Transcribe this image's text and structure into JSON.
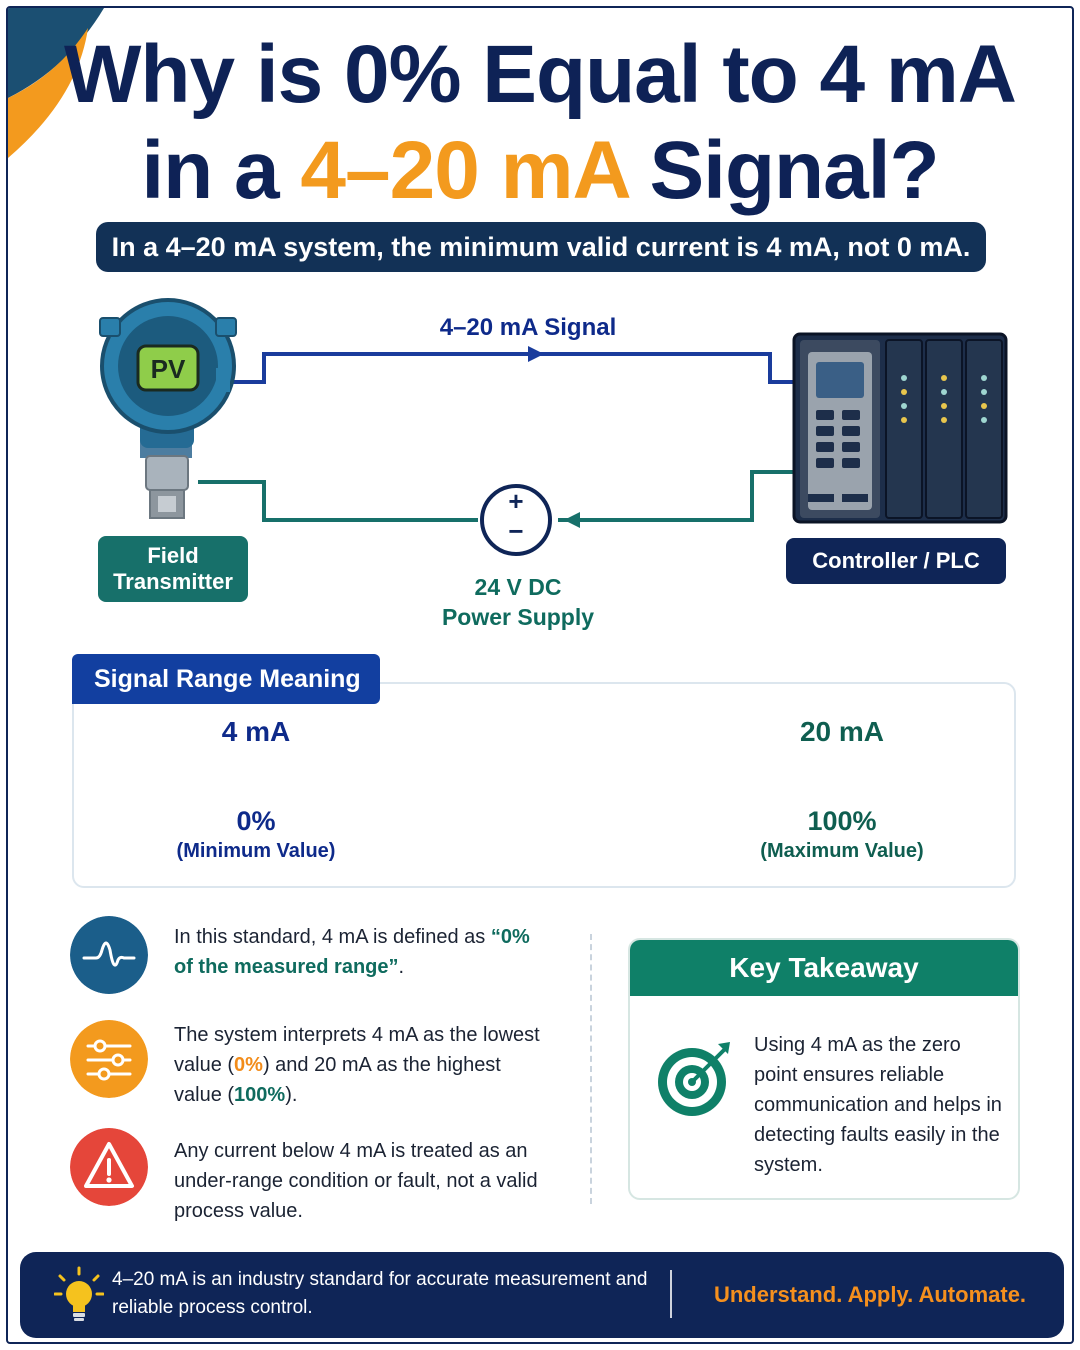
{
  "title": {
    "line1": "Why is 0% Equal to 4 mA",
    "line2_prefix": "in a ",
    "line2_accent": "4–20 mA",
    "line2_suffix": " Signal?"
  },
  "subtitle": "In a 4–20 mA system, the minimum valid current is 4 mA, not 0 mA.",
  "diagram": {
    "signal_label": "4–20 mA Signal",
    "transmitter_display": "PV",
    "transmitter_label_l1": "Field",
    "transmitter_label_l2": "Transmitter",
    "controller_label": "Controller / PLC",
    "power_label_l1": "24 V DC",
    "power_label_l2": "Power Supply",
    "power_plus": "+",
    "power_minus": "−"
  },
  "range": {
    "heading": "Signal Range Meaning",
    "min_ma": "4 mA",
    "max_ma": "20 mA",
    "min_pct": "0%",
    "max_pct": "100%",
    "min_caption": "(Minimum Value)",
    "max_caption": "(Maximum Value)"
  },
  "points": [
    {
      "icon": "signal-wave-icon",
      "color": "#1b5e8a",
      "pre": "In this standard, 4 mA is defined as ",
      "bold": "“0% of the measured range”",
      "post": "."
    },
    {
      "icon": "sliders-icon",
      "color": "#f39a1e",
      "t1": "The system interprets 4 mA as the lowest value (",
      "b1": "0%",
      "t2": ") and 20 mA as the highest value (",
      "b2": "100%",
      "t3": ")."
    },
    {
      "icon": "warning-icon",
      "color": "#e5463a",
      "text": "Any current below 4 mA is treated as an under-range condition or fault, not a valid process value."
    }
  ],
  "takeaway": {
    "heading": "Key Takeaway",
    "text": "Using 4 mA as the zero point ensures reliable communication and helps in detecting faults easily in the system.",
    "icon": "target-icon"
  },
  "footer": {
    "text": "4–20 mA is an industry standard for accurate measurement and reliable process control.",
    "tagline": "Understand. Apply. Automate.",
    "icon": "lightbulb-icon"
  },
  "colors": {
    "navy": "#0f2557",
    "accent_orange": "#f39a1e",
    "teal": "#0f8068",
    "blue": "#123fa0"
  }
}
